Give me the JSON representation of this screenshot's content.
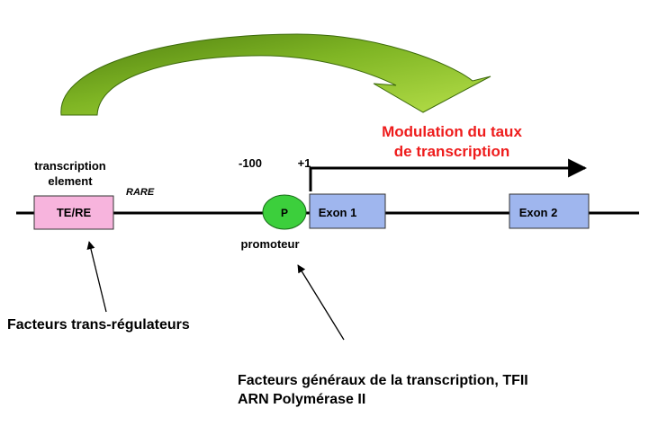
{
  "labels": {
    "modulation_line1": "Modulation du taux",
    "modulation_line2": "de transcription",
    "transcription_element_line1": "transcription",
    "transcription_element_line2": "element",
    "rare": "RARE",
    "te_re": "TE/RE",
    "minus100": "-100",
    "plus1": "+1",
    "promoter_p": "P",
    "promoteur": "promoteur",
    "exon1": "Exon 1",
    "exon2": "Exon 2",
    "trans_factors": "Facteurs trans-régulateurs",
    "general_factors_line1": "Facteurs généraux de la transcription, TFII",
    "general_factors_line2": "ARN Polymérase II"
  },
  "colors": {
    "modulation_text": "#ee1c1c",
    "te_re_box": "#f7b4dd",
    "exon_box": "#9fb6ee",
    "promoter": "#3ccf3c",
    "curved_arrow_light": "#a4d83a",
    "curved_arrow_dark": "#4f7f10",
    "line": "#000000"
  }
}
